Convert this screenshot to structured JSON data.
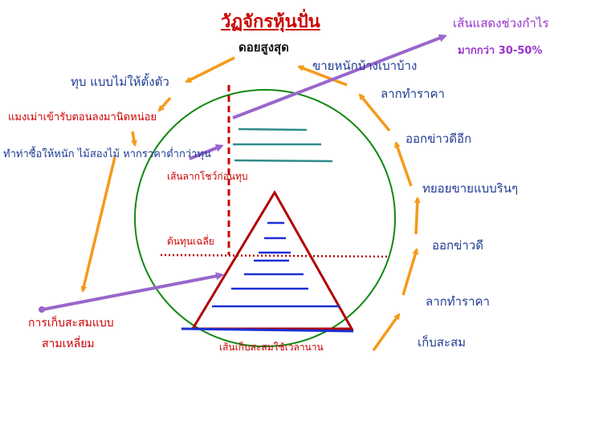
{
  "title": "วัฏจักรหุ้นปั่น",
  "peak_label": "ดอยสูงสุด",
  "profit_label": {
    "line1": "เส้นแสดงช่วงกำไร",
    "line2": "มากกว่า 30-50%"
  },
  "right_cycle": [
    "เก็บสะสม",
    "ลากทำราคา",
    "ออกข่าวดี",
    "ทยอยขายแบบรินๆ",
    "ออกข่าวดีอีก",
    "ลากทำราคา",
    "ขายหนักบ้างเบาบ้าง"
  ],
  "left_cycle": [
    "ทุบ แบบไม่ให้ตั้งตัว",
    "แมงเม่าเข้ารับตอนลงมานิดหน่อย",
    "ทำท่าซื้อให้หนัก ไม้สองไม้ หากราคาต่ำกว่าทุน"
  ],
  "triangle_label": {
    "line1": "การเก็บสะสมแบบ",
    "line2": "สามเหลี่ยม"
  },
  "showcase_label": "เส้นลากโชว์ก่อนทุบ",
  "avg_cost_label": "ต้นทุนเฉลี่ย",
  "base_label": "เส้นเก็บสะสมใช้เวลานาน",
  "colors": {
    "orange": "#f59a1b",
    "purple": "#9966cc",
    "navy": "#1f3a93",
    "red": "#cc0000",
    "green": "#118811",
    "blue": "#1b2fd6",
    "teal": "#2e8b8b"
  }
}
